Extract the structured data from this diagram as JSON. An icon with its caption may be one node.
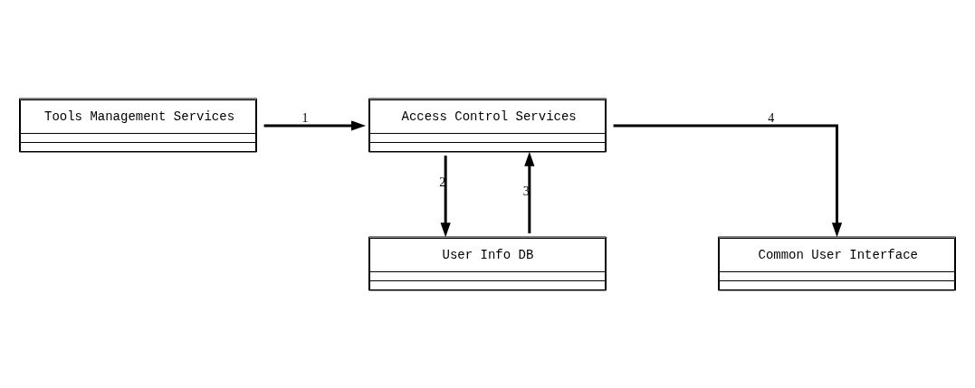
{
  "diagram": {
    "nodes": [
      {
        "text": [
          "Tools Management Services"
        ]
      },
      {
        "text": [
          "Access Control Services"
        ]
      },
      {
        "text": [
          "User Info DB"
        ]
      },
      {
        "text": [
          "Common User Interface"
        ]
      }
    ],
    "edges": [
      {
        "from": 0,
        "to": 1,
        "arrow": "to",
        "label": "1"
      },
      {
        "from": 1,
        "to": 2,
        "arrow": "to",
        "label": "2"
      },
      {
        "from": 2,
        "to": 1,
        "arrow": "to",
        "label": "3"
      },
      {
        "from": 1,
        "to": 3,
        "arrow": "to",
        "label": "4"
      }
    ]
  }
}
